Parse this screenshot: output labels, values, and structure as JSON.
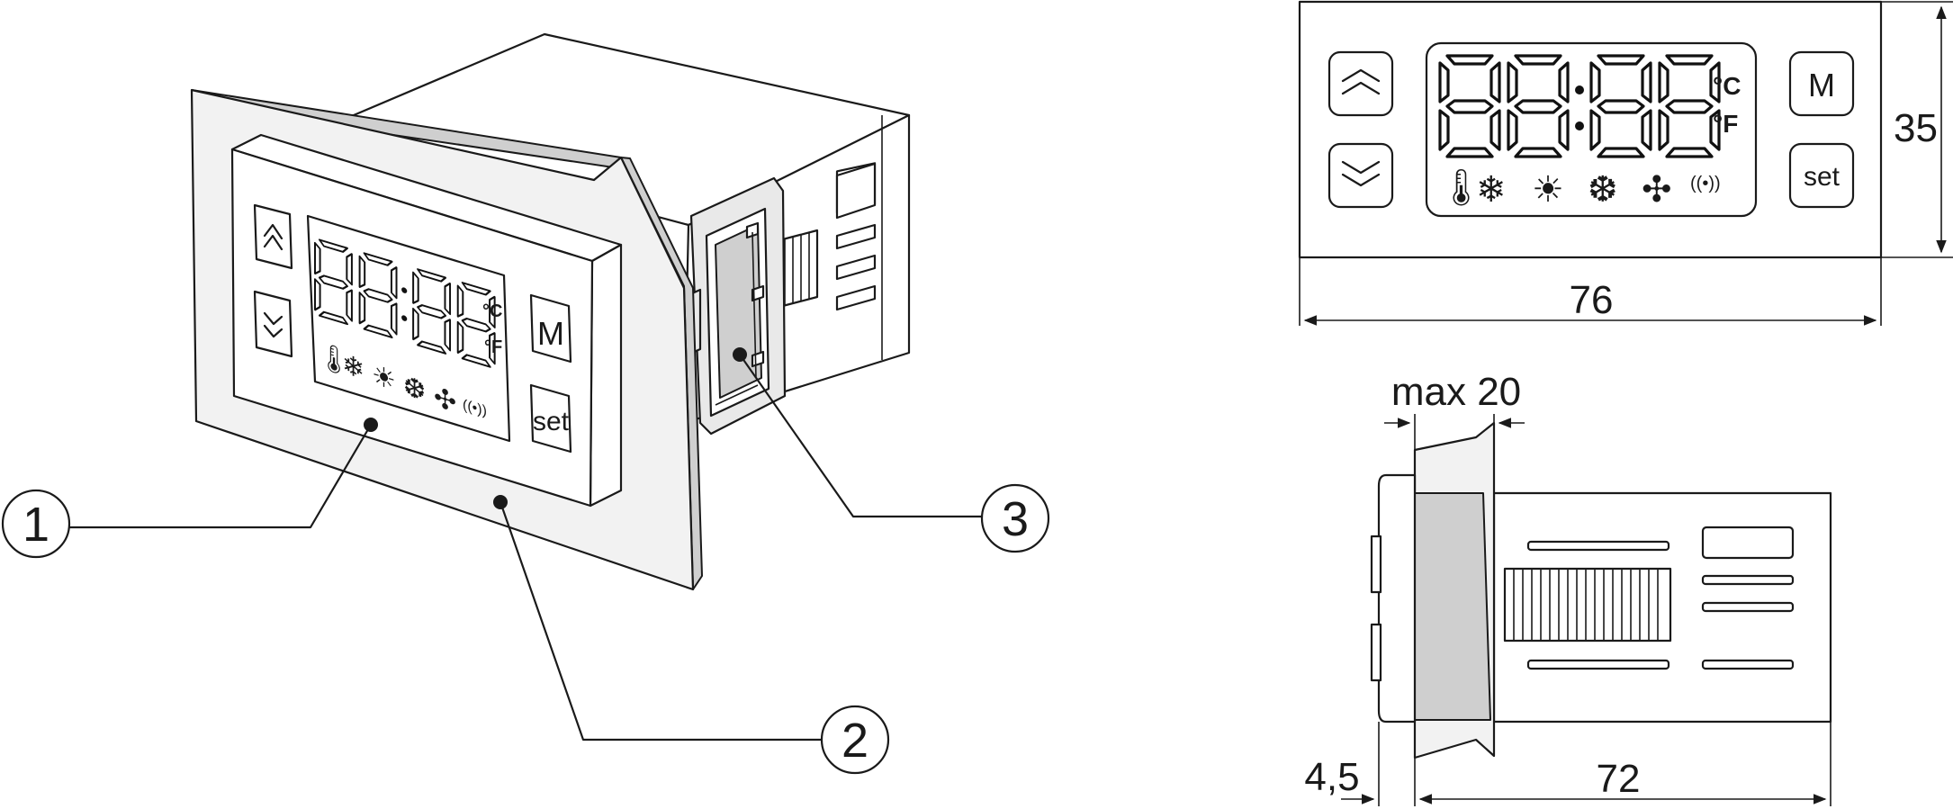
{
  "callouts": {
    "c1": "1",
    "c2": "2",
    "c3": "3"
  },
  "front_view": {
    "display_digits": "88:88",
    "unit_celsius": "°C",
    "unit_fahrenheit": "°F",
    "button_mode": "M",
    "button_set": "set",
    "icons": [
      "thermometer-icon",
      "snowflake-icon",
      "sun-icon",
      "defrost-icon",
      "fan-icon",
      "alarm-icon"
    ]
  },
  "dimensions": {
    "height": "35",
    "width_front": "76",
    "max_depth_panel": "max 20",
    "bezel_depth": "4,5",
    "body_length": "72"
  },
  "colors": {
    "line": "#1a1a1a",
    "panel_fill": "#f2f2f2",
    "bracket_fill": "#e9e9e9"
  }
}
